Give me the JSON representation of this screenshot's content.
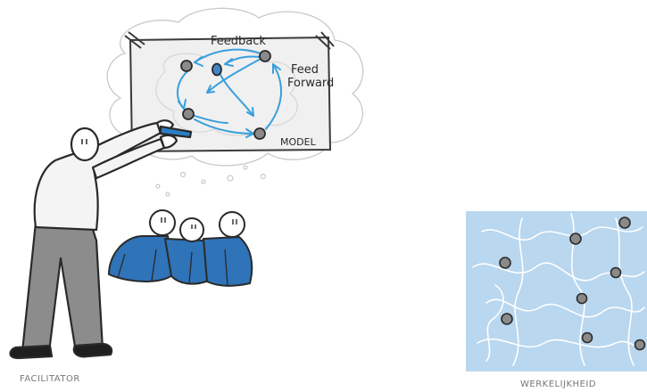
{
  "labels": {
    "feedback": "Feedback",
    "feed": "Feed",
    "forward": "Forward",
    "model": "MODEL",
    "facilitator": "FACILITATOR",
    "werkelijkheid": "WERKELIJKHEID"
  },
  "colors": {
    "arrow": "#3a9fdc",
    "node": "#8a8a8a",
    "node_highlight": "#3f86c9",
    "audience": "#2f73b8",
    "reality_bg": "#b9d7ef",
    "shirt": "#f4f4f4",
    "pants": "#8c8c8c",
    "marker": "#2a7fc8"
  }
}
